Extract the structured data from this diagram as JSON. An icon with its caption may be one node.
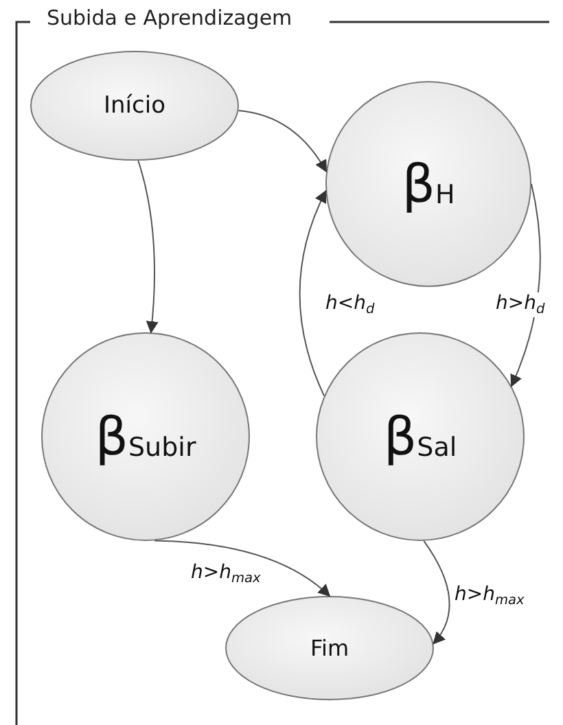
{
  "diagram": {
    "nodes": [
      {
        "text": [
          "Subida e Aprendizagem"
        ]
      },
      {
        "text": [
          "Início"
        ],
        "in": 0
      },
      {
        "text": [
          "β$_{H}$"
        ],
        "in": 0
      },
      {
        "text": [
          "β$_{Subir}$"
        ],
        "in": 0
      },
      {
        "text": [
          "β$_{Sal}$"
        ],
        "in": 0
      },
      {
        "text": [
          "Fim"
        ],
        "in": 0
      }
    ],
    "edges": [
      {
        "from": 1,
        "to": 2,
        "arrow": "to"
      },
      {
        "from": 1,
        "to": 3,
        "arrow": "to"
      },
      {
        "from": 4,
        "to": 2,
        "arrow": "to",
        "label": "h<h$_{d}$"
      },
      {
        "from": 2,
        "to": 4,
        "arrow": "to",
        "label": "h>h$_{d}$"
      },
      {
        "from": 3,
        "to": 5,
        "arrow": "to",
        "label": "h>h$_{max}$"
      },
      {
        "from": 4,
        "to": 5,
        "arrow": "to",
        "label": "h>h$_{max}$"
      }
    ]
  }
}
